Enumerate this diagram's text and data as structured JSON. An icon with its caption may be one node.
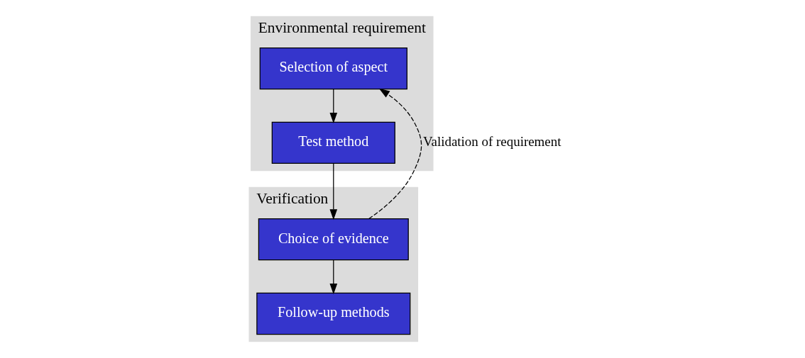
{
  "diagram": {
    "nodes": [
      {
        "text": [
          "Environmental requirement"
        ]
      },
      {
        "text": [
          "Selection of aspect"
        ],
        "in": 0
      },
      {
        "text": [
          "Test method"
        ],
        "in": 0
      },
      {
        "text": [
          "Verification"
        ]
      },
      {
        "text": [
          "Choice of evidence"
        ],
        "in": 3
      },
      {
        "text": [
          "Follow-up methods"
        ],
        "in": 3
      }
    ],
    "edges": [
      {
        "from": 1,
        "to": 2,
        "arrow": "to"
      },
      {
        "from": 2,
        "to": 4,
        "arrow": "to"
      },
      {
        "from": 4,
        "to": 1,
        "arrow": "to",
        "label": "Validation of requirement",
        "style": "dashed"
      },
      {
        "from": 4,
        "to": 5,
        "arrow": "to"
      }
    ]
  }
}
